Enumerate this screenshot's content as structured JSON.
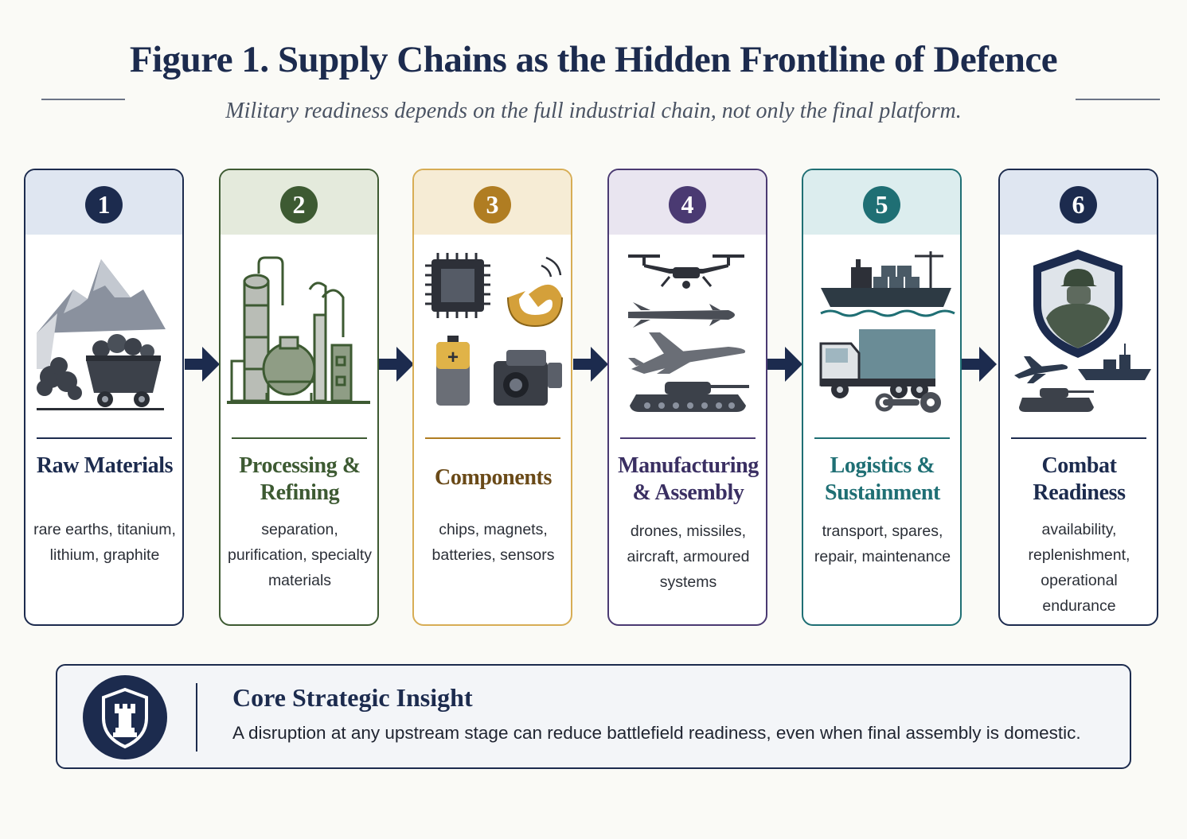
{
  "figure": {
    "title": "Figure 1. Supply Chains as the Hidden Frontline of Defence",
    "subtitle": "Military readiness depends on the full industrial chain, not only the final platform."
  },
  "stages": [
    {
      "number": "1",
      "title": "Raw Materials",
      "description": "rare earths, titanium, lithium, graphite",
      "color": "#1c2b4e",
      "header_color": "#dfe6f1",
      "title_color": "#1c2b4e",
      "icons": [
        "mountain-icon",
        "ore-cart-icon"
      ]
    },
    {
      "number": "2",
      "title": "Processing & Refining",
      "description": "separation, purification, specialty materials",
      "color": "#3d5a32",
      "header_color": "#e4eadc",
      "title_color": "#3d5a32",
      "icons": [
        "refinery-icon"
      ]
    },
    {
      "number": "3",
      "title": "Components",
      "description": "chips, magnets, batteries, sensors",
      "color": "#b07d22",
      "header_color": "#f6ecd5",
      "title_color": "#6a4a18",
      "icons": [
        "chip-icon",
        "magnet-icon",
        "battery-icon",
        "sensor-icon"
      ]
    },
    {
      "number": "4",
      "title": "Manufacturing & Assembly",
      "description": "drones, missiles, aircraft, armoured systems",
      "color": "#4a3a72",
      "header_color": "#e9e5f0",
      "title_color": "#3a2f62",
      "icons": [
        "drone-icon",
        "missile-icon",
        "jet-icon",
        "tank-icon"
      ]
    },
    {
      "number": "5",
      "title": "Logistics & Sustainment",
      "description": "transport, spares, repair, maintenance",
      "color": "#1f6f74",
      "header_color": "#dcedee",
      "title_color": "#1f6f74",
      "icons": [
        "cargo-ship-icon",
        "truck-icon",
        "wrench-gear-icon"
      ]
    },
    {
      "number": "6",
      "title": "Combat Readiness",
      "description": "availability, replenishment, operational endurance",
      "color": "#1c2b4e",
      "header_color": "#dfe6f1",
      "title_color": "#1c2b4e",
      "icons": [
        "soldier-shield-icon",
        "jet-icon",
        "warship-icon",
        "tank-icon"
      ]
    }
  ],
  "insight": {
    "title": "Core Strategic Insight",
    "text": "A disruption at any upstream stage can reduce battlefield readiness, even when final assembly is domestic.",
    "icon": "shield-rook-icon"
  }
}
